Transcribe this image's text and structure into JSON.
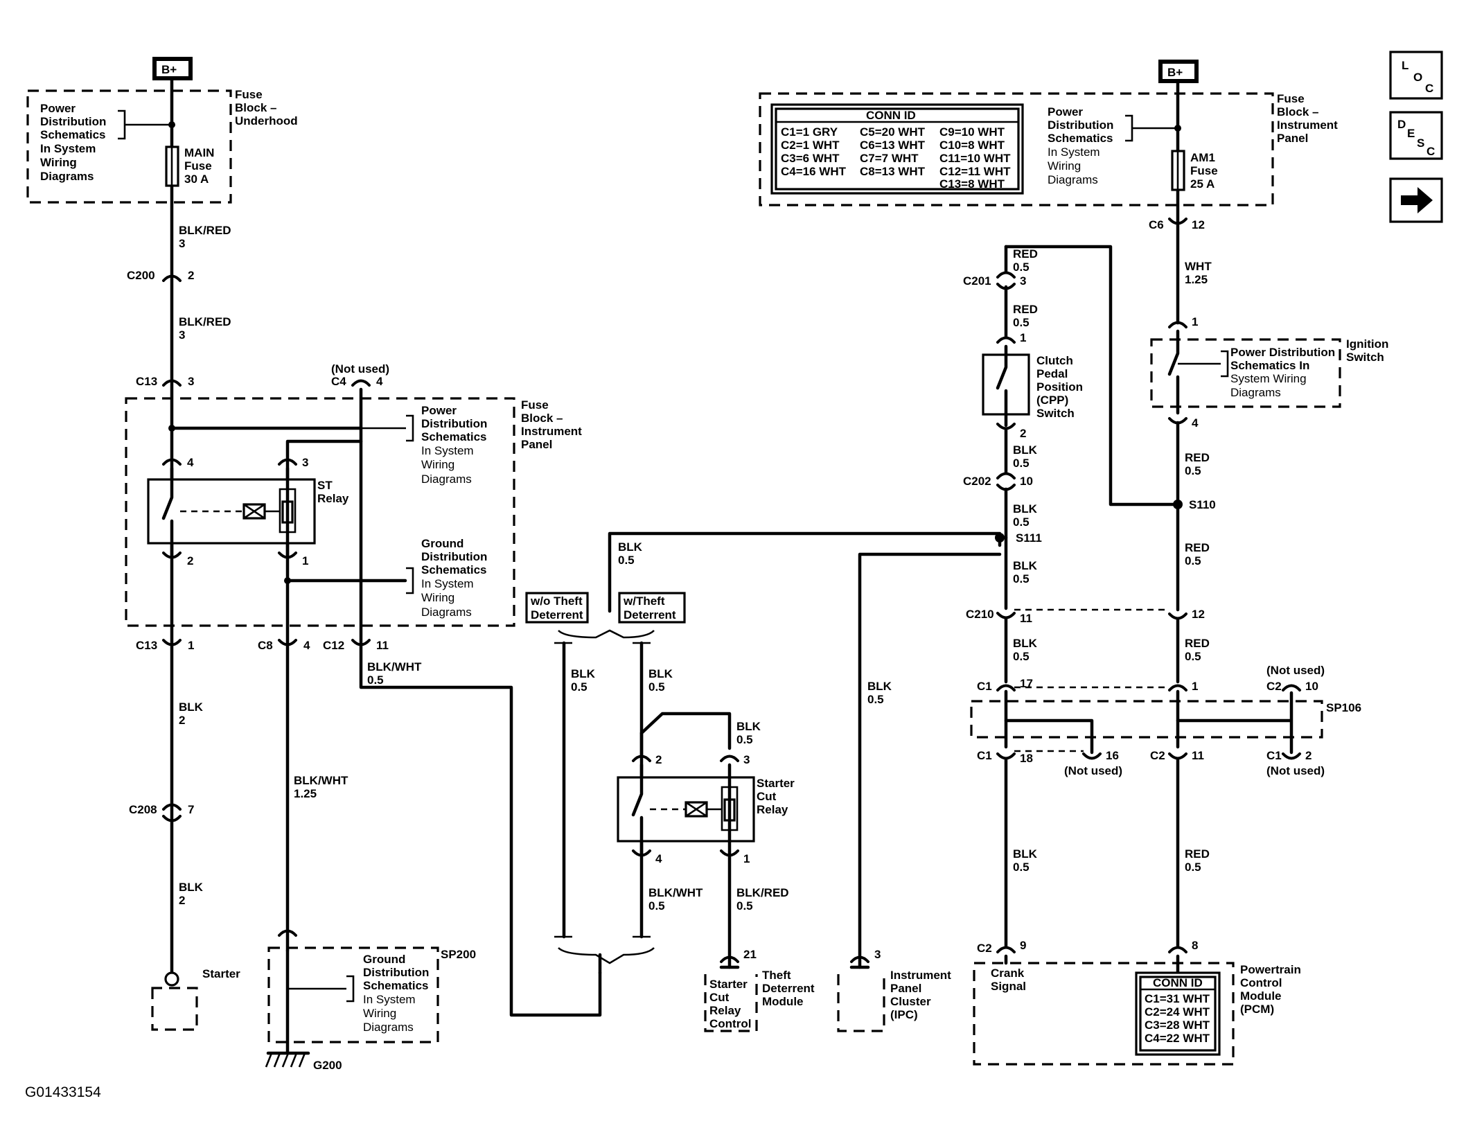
{
  "figure_id": "G01433154",
  "nav_buttons": {
    "loc": [
      "L",
      "O",
      "C"
    ],
    "desc": [
      "D",
      "E",
      "S",
      "C"
    ],
    "next_icon": "arrow-right-icon"
  },
  "power_tags": {
    "left": "B+",
    "right": "B+"
  },
  "fuse_block_underhood": {
    "title": [
      "Fuse",
      "Block –",
      "Underhood"
    ],
    "ref": [
      "Power",
      "Distribution",
      "Schematics",
      "In System",
      "Wiring",
      "Diagrams"
    ],
    "fuse": [
      "MAIN",
      "Fuse",
      "30 A"
    ]
  },
  "fuse_block_ip_right": {
    "title": [
      "Fuse",
      "Block –",
      "Instrument",
      "Panel"
    ],
    "ref": [
      "Power",
      "Distribution",
      "Schematics",
      "In System",
      "Wiring",
      "Diagrams"
    ],
    "fuse": [
      "AM1",
      "Fuse",
      "25 A"
    ]
  },
  "conn_table_top": {
    "title": "CONN ID",
    "rows": [
      [
        "C1=1 GRY",
        "C5=20 WHT",
        "C9=10 WHT"
      ],
      [
        "C2=1 WHT",
        "C6=13 WHT",
        "C10=8 WHT"
      ],
      [
        "C3=6 WHT",
        "C7=7 WHT",
        "C11=10 WHT"
      ],
      [
        "C4=16 WHT",
        "C8=13 WHT",
        "C12=11 WHT"
      ],
      [
        "",
        "",
        "C13=8 WHT"
      ]
    ]
  },
  "conn_table_pcm": {
    "title": "CONN ID",
    "rows": [
      "C1=31 WHT",
      "C2=24 WHT",
      "C3=28 WHT",
      "C4=22 WHT"
    ]
  },
  "fuse_block_ip_left": {
    "title": [
      "Fuse",
      "Block –",
      "Instrument",
      "Panel"
    ],
    "power_ref": [
      "Power",
      "Distribution",
      "Schematics",
      "In System",
      "Wiring",
      "Diagrams"
    ],
    "ground_ref": [
      "Ground",
      "Distribution",
      "Schematics",
      "In System",
      "Wiring",
      "Diagrams"
    ],
    "st_relay": [
      "ST",
      "Relay"
    ],
    "not_used": "(Not used)"
  },
  "wires": {
    "blk_red_3": [
      "BLK/RED",
      "3"
    ],
    "blk_2": [
      "BLK",
      "2"
    ],
    "blk_wht_125": [
      "BLK/WHT",
      "1.25"
    ],
    "blk_wht_05": [
      "BLK/WHT",
      "0.5"
    ],
    "blk_05": [
      "BLK",
      "0.5"
    ],
    "red_05": [
      "RED",
      "0.5"
    ],
    "wht_125": [
      "WHT",
      "1.25"
    ],
    "blk_red_05": [
      "BLK/RED",
      "0.5"
    ]
  },
  "connectors": {
    "c200": "C200",
    "c13": "C13",
    "c4": "C4",
    "c8": "C8",
    "c12": "C12",
    "c208": "C208",
    "c6": "C6",
    "c201": "C201",
    "c202": "C202",
    "c210": "C210",
    "c1": "C1",
    "c2": "C2",
    "pins": {
      "p1": "1",
      "p2": "2",
      "p3": "3",
      "p4": "4",
      "p7": "7",
      "p8": "8",
      "p9": "9",
      "p10": "10",
      "p11": "11",
      "p12": "12",
      "p16": "16",
      "p17": "17",
      "p18": "18",
      "p21": "21"
    }
  },
  "splices": {
    "s110": "S110",
    "s111": "S111",
    "sp106": "SP106",
    "sp200": "SP200",
    "g200": "G200"
  },
  "options": {
    "wo_theft": [
      "w/o Theft",
      "Deterrent"
    ],
    "w_theft": [
      "w/Theft",
      "Deterrent"
    ]
  },
  "components": {
    "starter": "Starter",
    "sp200_ref": [
      "Ground",
      "Distribution",
      "Schematics",
      "In System",
      "Wiring",
      "Diagrams"
    ],
    "starter_cut_relay": [
      "Starter",
      "Cut",
      "Relay"
    ],
    "theft_module": [
      "Theft",
      "Deterrent",
      "Module"
    ],
    "theft_pin": [
      "Starter",
      "Cut",
      "Relay",
      "Control"
    ],
    "ipc": [
      "Instrument",
      "Panel",
      "Cluster",
      "(IPC)"
    ],
    "cpp_switch": [
      "Clutch",
      "Pedal",
      "Position",
      "(CPP)",
      "Switch"
    ],
    "ign_switch": [
      "Ignition",
      "Switch"
    ],
    "ign_ref": [
      "Power Distribution",
      "Schematics In",
      "System Wiring",
      "Diagrams"
    ],
    "pcm": [
      "Powertrain",
      "Control",
      "Module",
      "(PCM)"
    ],
    "crank_signal": [
      "Crank",
      "Signal"
    ],
    "not_used": "(Not used)"
  }
}
